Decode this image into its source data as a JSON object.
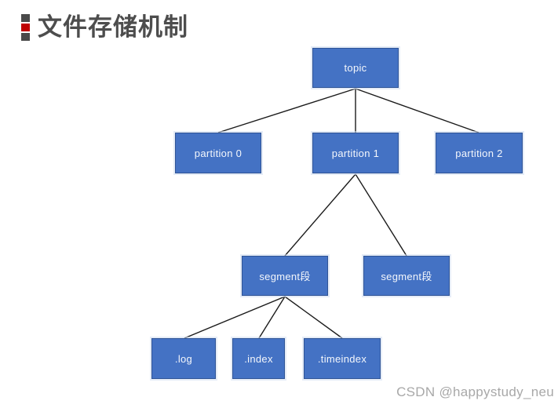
{
  "title": "文件存储机制",
  "watermark": "CSDN @happystudy_neu",
  "colors": {
    "node_fill": "#4472C4",
    "node_border": "#2F5496",
    "edge_line": "#1B1B1B",
    "title_text": "#4D4D4D",
    "bullet_gray": "#4A4A4A",
    "bullet_red": "#C00000",
    "watermark_text": "#A8A8A8"
  },
  "diagram": {
    "nodes": [
      {
        "id": "topic",
        "label": "topic"
      },
      {
        "id": "partition-0",
        "label": "partition 0"
      },
      {
        "id": "partition-1",
        "label": "partition 1"
      },
      {
        "id": "partition-2",
        "label": "partition 2"
      },
      {
        "id": "segment-left",
        "label": "segment段"
      },
      {
        "id": "segment-right",
        "label": "segment段"
      },
      {
        "id": "log",
        "label": ".log"
      },
      {
        "id": "index",
        "label": ".index"
      },
      {
        "id": "timeindex",
        "label": ".timeindex"
      }
    ],
    "edges": [
      {
        "from": "topic",
        "to": "partition-0"
      },
      {
        "from": "topic",
        "to": "partition-1"
      },
      {
        "from": "topic",
        "to": "partition-2"
      },
      {
        "from": "partition-1",
        "to": "segment-left"
      },
      {
        "from": "partition-1",
        "to": "segment-right"
      },
      {
        "from": "segment-left",
        "to": "log"
      },
      {
        "from": "segment-left",
        "to": "index"
      },
      {
        "from": "segment-left",
        "to": "timeindex"
      }
    ]
  }
}
